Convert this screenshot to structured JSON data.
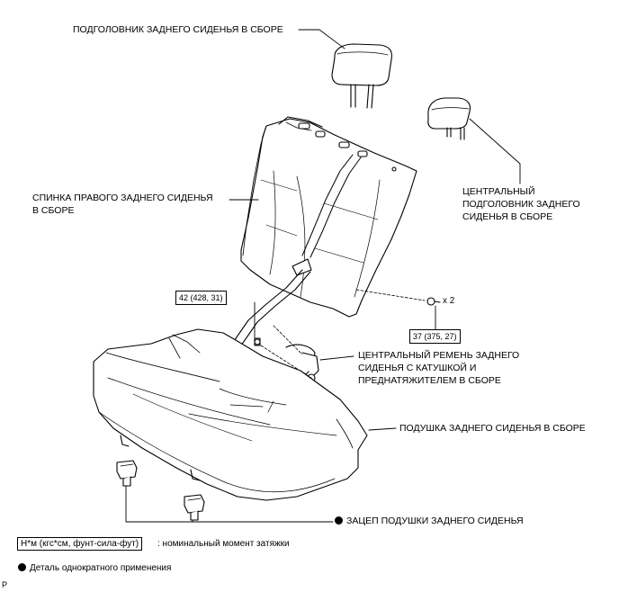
{
  "labels": {
    "rear_headrest": "ПОДГОЛОВНИК ЗАДНЕГО СИДЕНЬЯ В СБОРЕ",
    "seatback": [
      "СПИНКА ПРАВОГО ЗАДНЕГО СИДЕНЬЯ",
      "В СБОРЕ"
    ],
    "center_headrest": [
      "ЦЕНТРАЛЬНЫЙ",
      "ПОДГОЛОВНИК ЗАДНЕГО",
      "СИДЕНЬЯ В СБОРЕ"
    ],
    "center_belt": [
      "ЦЕНТРАЛЬНЫЙ РЕМЕНЬ ЗАДНЕГО",
      "СИДЕНЬЯ С КАТУШКОЙ И",
      "ПРЕДНАТЯЖИТЕЛЕМ В СБОРЕ"
    ],
    "cushion": "ПОДУШКА ЗАДНЕГО СИДЕНЬЯ В СБОРЕ",
    "cushion_hook": "ЗАЦЕП ПОДУШКИ ЗАДНЕГО СИДЕНЬЯ"
  },
  "torques": {
    "belt_bolt": "42 (428, 31)",
    "seatback_bolt": "37 (375, 27)"
  },
  "quantity": "x 2",
  "legend": {
    "torque_unit": "Н*м (кгс*см, фунт-сила-фут)",
    "torque_desc": ": номинальный момент затяжки",
    "non_reusable": "Деталь однократного применения"
  },
  "corner_mark": "P"
}
